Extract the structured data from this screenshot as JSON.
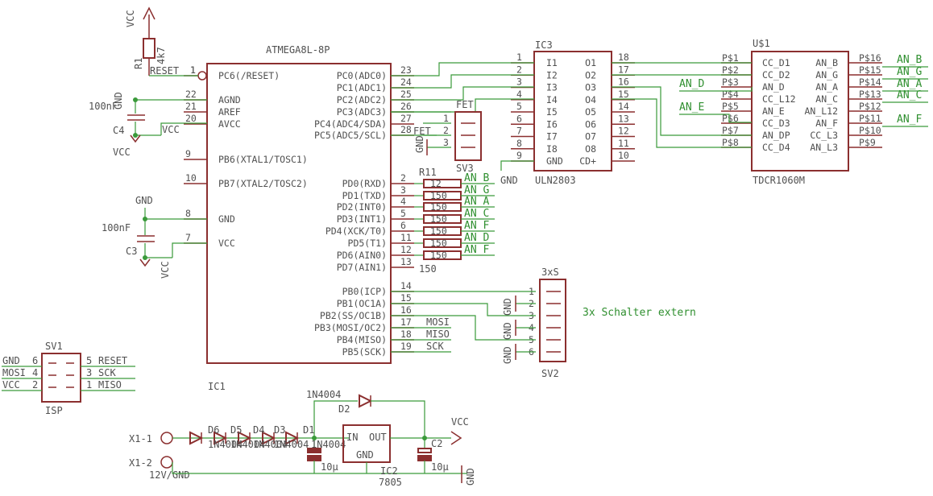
{
  "ic1": {
    "name": "ATMEGA8L-8P",
    "ref": "IC1",
    "left_pins": [
      {
        "num": "1",
        "label": "PC6(/RESET)"
      },
      {
        "num": "22",
        "label": "AGND"
      },
      {
        "num": "21",
        "label": "AREF"
      },
      {
        "num": "20",
        "label": "AVCC"
      },
      {
        "num": "9",
        "label": "PB6(XTAL1/TOSC1)"
      },
      {
        "num": "10",
        "label": "PB7(XTAL2/TOSC2)"
      },
      {
        "num": "8",
        "label": "GND"
      },
      {
        "num": "7",
        "label": "VCC"
      }
    ],
    "right_pins": [
      {
        "num": "23",
        "label": "PC0(ADC0)"
      },
      {
        "num": "24",
        "label": "PC1(ADC1)"
      },
      {
        "num": "25",
        "label": "PC2(ADC2)"
      },
      {
        "num": "26",
        "label": "PC3(ADC3)"
      },
      {
        "num": "27",
        "label": "PC4(ADC4/SDA)"
      },
      {
        "num": "28",
        "label": "PC5(ADC5/SCL)"
      },
      {
        "num": "2",
        "label": "PD0(RXD)"
      },
      {
        "num": "3",
        "label": "PD1(TXD)"
      },
      {
        "num": "4",
        "label": "PD2(INT0)"
      },
      {
        "num": "5",
        "label": "PD3(INT1)"
      },
      {
        "num": "6",
        "label": "PD4(XCK/T0)"
      },
      {
        "num": "11",
        "label": "PD5(T1)"
      },
      {
        "num": "12",
        "label": "PD6(AIN0)"
      },
      {
        "num": "13",
        "label": "PD7(AIN1)"
      },
      {
        "num": "14",
        "label": "PB0(ICP)"
      },
      {
        "num": "15",
        "label": "PB1(OC1A)"
      },
      {
        "num": "16",
        "label": "PB2(SS/OC1B)"
      },
      {
        "num": "17",
        "label": "PB3(MOSI/OC2)"
      },
      {
        "num": "18",
        "label": "PB4(MISO)"
      },
      {
        "num": "19",
        "label": "PB5(SCK)"
      }
    ]
  },
  "ic3": {
    "name": "ULN2803",
    "ref": "IC3",
    "left_pins": [
      {
        "num": "1",
        "label": "I1"
      },
      {
        "num": "2",
        "label": "I2"
      },
      {
        "num": "3",
        "label": "I3"
      },
      {
        "num": "4",
        "label": "I4"
      },
      {
        "num": "5",
        "label": "I5"
      },
      {
        "num": "6",
        "label": "I6"
      },
      {
        "num": "7",
        "label": "I7"
      },
      {
        "num": "8",
        "label": "I8"
      },
      {
        "num": "9",
        "label": "GND"
      }
    ],
    "right_pins": [
      {
        "num": "18",
        "label": "O1"
      },
      {
        "num": "17",
        "label": "O2"
      },
      {
        "num": "16",
        "label": "O3"
      },
      {
        "num": "15",
        "label": "O4"
      },
      {
        "num": "14",
        "label": "O5"
      },
      {
        "num": "13",
        "label": "O6"
      },
      {
        "num": "12",
        "label": "O7"
      },
      {
        "num": "11",
        "label": "O8"
      },
      {
        "num": "10",
        "label": "CD+"
      }
    ]
  },
  "u1": {
    "ref": "U$1",
    "name": "TDCR1060M",
    "left_pins": [
      {
        "num": "P$1",
        "label": "CC_D1"
      },
      {
        "num": "P$2",
        "label": "CC_D2"
      },
      {
        "num": "P$3",
        "label": "AN_D"
      },
      {
        "num": "P$4",
        "label": "CC_L12"
      },
      {
        "num": "P$5",
        "label": "AN_E"
      },
      {
        "num": "P$6",
        "label": "CC_D3"
      },
      {
        "num": "P$7",
        "label": "AN_DP"
      },
      {
        "num": "P$8",
        "label": "CC_D4"
      }
    ],
    "right_pins": [
      {
        "num": "P$16",
        "label": "AN_B"
      },
      {
        "num": "P$15",
        "label": "AN_G"
      },
      {
        "num": "P$14",
        "label": "AN_A"
      },
      {
        "num": "P$13",
        "label": "AN_C"
      },
      {
        "num": "P$12",
        "label": "AN_L12"
      },
      {
        "num": "P$11",
        "label": "AN_F"
      },
      {
        "num": "P$10",
        "label": "CC_L3"
      },
      {
        "num": "P$9",
        "label": "AN_L3"
      }
    ],
    "left_nets": [
      "AN_D",
      "AN_E"
    ],
    "right_nets": [
      "AN_B",
      "AN_G",
      "AN_A",
      "AN_C",
      "AN_F"
    ]
  },
  "resistors": {
    "ref": "R11",
    "values": [
      "12",
      "150",
      "150",
      "150",
      "150",
      "150",
      "150"
    ],
    "bottom_value": "150",
    "nets": [
      "AN_B",
      "AN_G",
      "AN_A",
      "AN_C",
      "AN_F",
      "AN_D",
      "AN_F"
    ]
  },
  "sv3": {
    "ref": "SV3",
    "label": "FET",
    "pins": [
      "1",
      "2",
      "3"
    ],
    "gnd": "GND",
    "net": "FET"
  },
  "sv2": {
    "ref": "SV2",
    "title": "3xS",
    "pins": [
      "1",
      "2",
      "3",
      "4",
      "5",
      "6"
    ],
    "gnd": "GND",
    "note": "3x Schalter extern"
  },
  "sv1": {
    "ref": "SV1",
    "name": "ISP",
    "left": [
      {
        "net": "GND",
        "num": "6"
      },
      {
        "net": "MOSI",
        "num": "4"
      },
      {
        "net": "VCC",
        "num": "2"
      }
    ],
    "right": [
      {
        "num": "5",
        "net": "RESET"
      },
      {
        "num": "3",
        "net": "SCK"
      },
      {
        "num": "1",
        "net": "MISO"
      }
    ]
  },
  "r1": {
    "ref": "R1",
    "value": "4k7",
    "net": "VCC",
    "reset": "RESET",
    "pin": "1"
  },
  "c4": {
    "ref": "C4",
    "value": "100nF",
    "gnd": "GND",
    "vcc": "VCC",
    "vcc2": "VCC"
  },
  "c3": {
    "ref": "C3",
    "value": "100nF",
    "gnd": "GND",
    "vcc": "VCC"
  },
  "gnd_label": "GND",
  "isp_nets": {
    "mosi": "MOSI",
    "miso": "MISO",
    "sck": "SCK"
  },
  "power": {
    "x1_1": "X1-1",
    "x1_2": "X1-2",
    "x1_2_net": "12V/GND",
    "diodes": [
      "D6",
      "D5",
      "D4",
      "D3",
      "D1"
    ],
    "diode_type": "1N4004",
    "d2_type": "1N4004",
    "d2_ref": "D2",
    "reg_ref": "IC2",
    "reg_name": "7805",
    "reg_in": "IN",
    "reg_out": "OUT",
    "reg_gnd": "GND",
    "c1_value": "10µ",
    "c2_ref": "C2",
    "c2_value": "10µ",
    "vcc": "VCC",
    "gnd": "GND"
  }
}
